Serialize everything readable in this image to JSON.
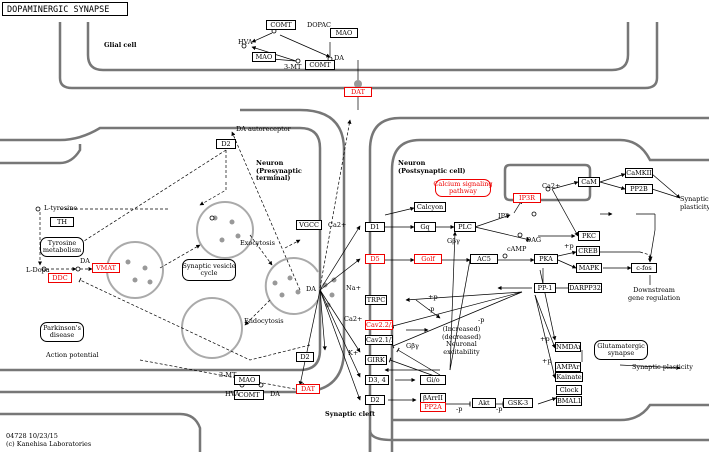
{
  "title": "DOPAMINERGIC SYNAPSE",
  "compartments": {
    "glial": "Glial cell",
    "pre": "Neuron\n(Presynaptic\nterminal)",
    "post": "Neuron\n(Postsynaptic cell)",
    "cleft": "Synaptic cleft"
  },
  "genes": {
    "comt_top": "COMT",
    "mao_top1": "MAO",
    "mao_top2": "MAO",
    "comt_top2": "COMT",
    "dat_glia": "DAT",
    "d2_auto": "D2",
    "th": "TH",
    "vmat": "VMAT",
    "ddc": "DDC",
    "vgcc": "VGCC",
    "d2_pre": "D2",
    "dat_pre": "DAT",
    "mao_bot": "MAO",
    "comt_bot": "COMT",
    "d1": "D1",
    "d5": "D5",
    "gq": "Gq",
    "golf": "Golf",
    "plc": "PLC",
    "calcyon": "Calcyon",
    "ip3r": "IP3R",
    "ac5": "AC5",
    "pka": "PKA",
    "cam": "CaM",
    "camkii": "CaMKII",
    "pp2b": "PP2B",
    "pkc": "PKC",
    "creb": "CREB",
    "mapk": "MAPK",
    "cfos": "c-fos",
    "pp1": "PP-1",
    "darpp32": "DARPP32",
    "trpc": "TRPC",
    "cav23": "Cav2.2/3",
    "cav2": "Cav2.1/2",
    "girk": "GIRK",
    "d34": "D3, 4",
    "d2_post": "D2",
    "gio": "Gi/o",
    "barr": "βArrII",
    "pp2a": "PP2A",
    "akt": "Akt",
    "gsk3": "GSK-3",
    "clock": "Clock",
    "bmal1": "BMAL1",
    "nmdar": "NMDAr",
    "ampar": "AMPAr",
    "kainate": "Kainate"
  },
  "labels": {
    "dopac": "DOPAC",
    "hva_top": "HVA",
    "da_top": "DA",
    "mt3_top": "3-MT",
    "da_autoreceptor": "DA autoreceptor",
    "l_tyrosine": "L-tyrosine",
    "tyrosine_metabolism": "Tyrosine\nmetabolism",
    "l_dopa": "L-Dopa",
    "da_pre": "DA",
    "synaptic_vesicle_cycle": "Synaptic vesicle\ncycle",
    "exocytosis": "Exocytosis",
    "endocytosis": "Endocytosis",
    "parkinsons": "Parkinson's\ndisease",
    "action_potential": "Action potential",
    "ca2_vgcc": "Ca2+",
    "da_cleft": "DA",
    "mt3_bot": "3-MT",
    "hva_bot": "HVA",
    "da_bot": "DA",
    "calcium_pathway": "Calcium signaling\npathway",
    "ip3": "IP3",
    "ca2_post": "Ca2+",
    "dag": "DAG",
    "gby1": "Gβγ",
    "camp": "cAMP",
    "p_pkc": "+p",
    "synaptic_plasticity_top": "Synaptic\nplasticity",
    "downstream": "Downstream\ngene regulation",
    "na_plus": "Na+",
    "ca_plus": "Ca2+",
    "k_plus": "K+",
    "p1": "+p",
    "p2": "-p",
    "p3": "-p",
    "gby2": "Gβγ",
    "increased": "(Increased)\n(decreased)\nNeuronal\nexcitability",
    "glutamatergic": "Glutamatergic\nsynapse",
    "synaptic_plasticity_bot": "Synaptic plasticity",
    "p4": "+p",
    "p5": "+p",
    "p6": "-p",
    "p7": "-p"
  },
  "footer": {
    "id": "04728 10/23/15",
    "copyright": "(c) Kanehisa Laboratories"
  },
  "colors": {
    "highlight": "#e00000",
    "membrane": "#777777",
    "vesicle": "#999999"
  }
}
